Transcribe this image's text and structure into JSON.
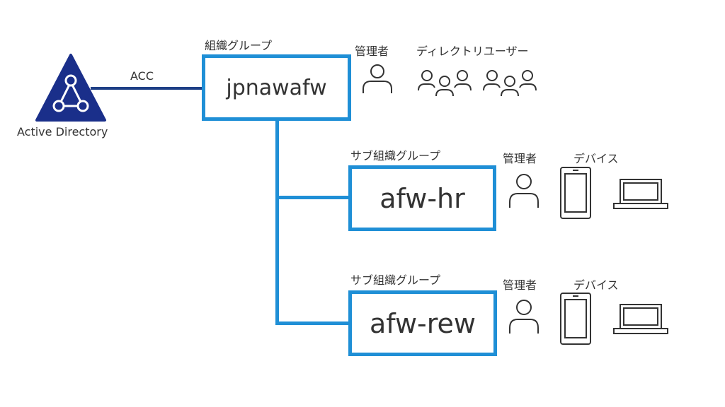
{
  "colors": {
    "box_border": "#1f8fd6",
    "connector": "#1f8fd6",
    "ad_link": "#1e3f86",
    "ad_logo": "#1a2f8a",
    "text": "#333333",
    "icon_stroke": "#333333"
  },
  "active_directory": {
    "logo_icon": "active-directory-logo",
    "label": "Active Directory"
  },
  "link": {
    "label": "ACC"
  },
  "org": {
    "caption": "組織グループ",
    "name": "jpnawafw",
    "admin_label": "管理者",
    "users_label": "ディレクトリユーザー",
    "admin_icon": "person-icon",
    "users_icon": "user-group-icon"
  },
  "subgroups": [
    {
      "caption": "サブ組織グループ",
      "name": "afw-hr",
      "admin_label": "管理者",
      "devices_label": "デバイス",
      "admin_icon": "person-icon",
      "phone_icon": "smartphone-icon",
      "laptop_icon": "laptop-icon"
    },
    {
      "caption": "サブ組織グループ",
      "name": "afw-rew",
      "admin_label": "管理者",
      "devices_label": "デバイス",
      "admin_icon": "person-icon",
      "phone_icon": "smartphone-icon",
      "laptop_icon": "laptop-icon"
    }
  ]
}
